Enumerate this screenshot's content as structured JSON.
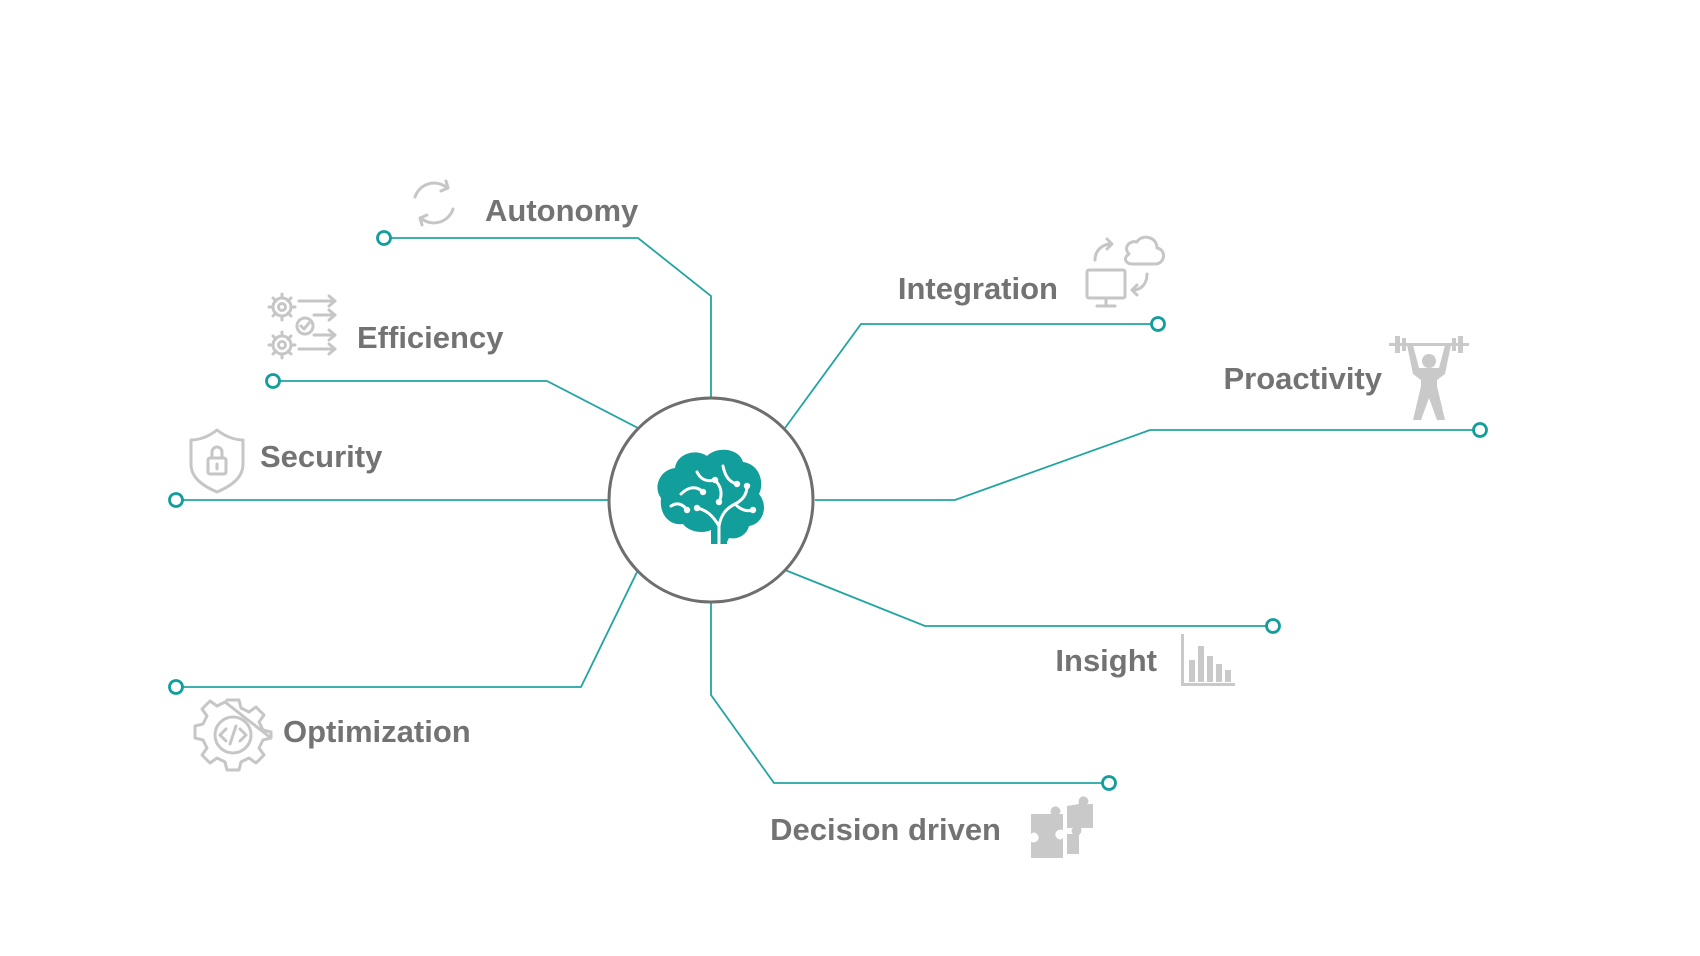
{
  "diagram": {
    "center_icon": "brain-icon",
    "colors": {
      "accent": "#22a4a2",
      "dot": "#129e9a",
      "circle": "#6e6e6e",
      "label": "#737373",
      "icon": "#c6c6c6"
    },
    "branches": [
      {
        "id": "autonomy",
        "label": "Autonomy",
        "icon": "refresh-icon"
      },
      {
        "id": "efficiency",
        "label": "Efficiency",
        "icon": "gears-arrows-icon"
      },
      {
        "id": "security",
        "label": "Security",
        "icon": "shield-lock-icon"
      },
      {
        "id": "optimization",
        "label": "Optimization",
        "icon": "gear-code-icon"
      },
      {
        "id": "integration",
        "label": "Integration",
        "icon": "cloud-computer-icon"
      },
      {
        "id": "proactivity",
        "label": "Proactivity",
        "icon": "weightlifter-icon"
      },
      {
        "id": "insight",
        "label": "Insight",
        "icon": "bar-chart-icon"
      },
      {
        "id": "decision",
        "label": "Decision driven",
        "icon": "puzzle-icon"
      }
    ]
  }
}
